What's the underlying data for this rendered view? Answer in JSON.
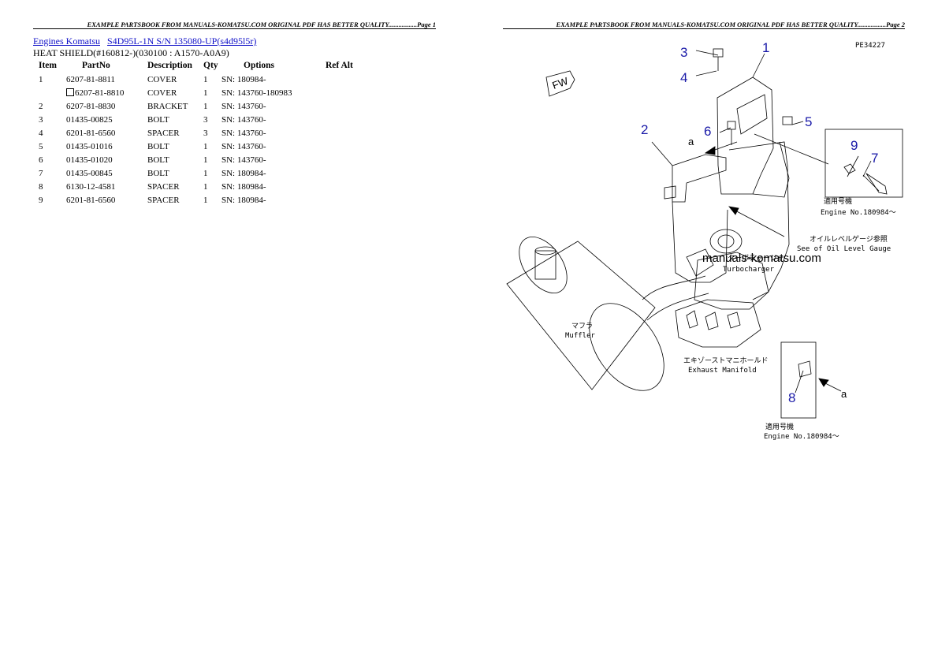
{
  "header_text": "EXAMPLE PARTSBOOK FROM MANUALS-KOMATSU.COM ORIGINAL PDF HAS BETTER QUALITY.................Page 1",
  "header_text_2": "EXAMPLE PARTSBOOK FROM MANUALS-KOMATSU.COM ORIGINAL PDF HAS BETTER QUALITY.................Page 2",
  "breadcrumb": {
    "link1": "Engines Komatsu",
    "link2": "S4D95L-1N S/N 135080-UP(s4d95l5r)"
  },
  "subtitle": "HEAT SHIELD(#160812-)(030100 : A1570-A0A9)",
  "table": {
    "headers": {
      "item": "Item",
      "partno": "PartNo",
      "desc": "Description",
      "qty": "Qty",
      "options": "Options",
      "ref": "Ref Alt"
    },
    "rows": [
      {
        "item": "1",
        "partno": "6207-81-8811",
        "desc": "COVER",
        "qty": "1",
        "options": "SN: 180984-"
      },
      {
        "item": "",
        "partno": "6207-81-8810",
        "desc": "COVER",
        "qty": "1",
        "options": "SN: 143760-180983"
      },
      {
        "item": "2",
        "partno": "6207-81-8830",
        "desc": "BRACKET",
        "qty": "1",
        "options": "SN: 143760-"
      },
      {
        "item": "3",
        "partno": "01435-00825",
        "desc": "BOLT",
        "qty": "3",
        "options": "SN: 143760-"
      },
      {
        "item": "4",
        "partno": "6201-81-6560",
        "desc": "SPACER",
        "qty": "3",
        "options": "SN: 143760-"
      },
      {
        "item": "5",
        "partno": "01435-01016",
        "desc": "BOLT",
        "qty": "1",
        "options": "SN: 143760-"
      },
      {
        "item": "6",
        "partno": "01435-01020",
        "desc": "BOLT",
        "qty": "1",
        "options": "SN: 143760-"
      },
      {
        "item": "7",
        "partno": "01435-00845",
        "desc": "BOLT",
        "qty": "1",
        "options": "SN: 180984-"
      },
      {
        "item": "8",
        "partno": "6130-12-4581",
        "desc": "SPACER",
        "qty": "1",
        "options": "SN: 180984-"
      },
      {
        "item": "9",
        "partno": "6201-81-6560",
        "desc": "SPACER",
        "qty": "1",
        "options": "SN: 180984-"
      }
    ]
  },
  "diagram": {
    "ref_code": "PE34227",
    "watermark": "manuals-komatsu.com",
    "callouts": [
      "1",
      "2",
      "3",
      "4",
      "5",
      "6",
      "7",
      "8",
      "9"
    ],
    "arrow_label": "a",
    "fw_label": "FW",
    "jp_applicable_1": "適用号機",
    "engine_no_1": "Engine No.180984～",
    "jp_oil_level": "オイルレベルゲージ参照",
    "see_oil_level": "See of Oil Level Gauge",
    "jp_turbo": "ターボチャージャ",
    "turbocharger": "Turbocharger",
    "jp_muffler": "マフラ",
    "muffler": "Muffler",
    "jp_exhaust": "エキゾーストマニホールド",
    "exhaust_manifold": "Exhaust Manifold",
    "jp_applicable_2": "適用号機",
    "engine_no_2": "Engine No.180984～"
  }
}
